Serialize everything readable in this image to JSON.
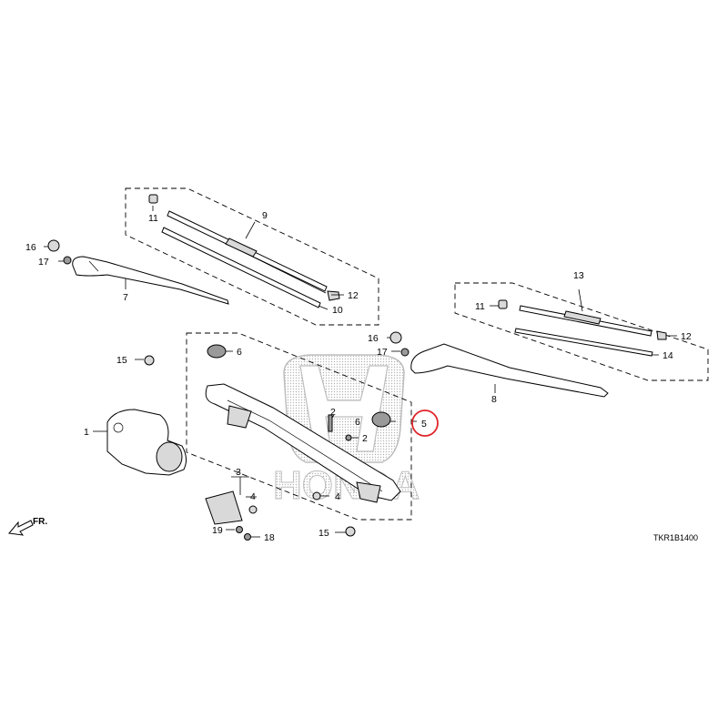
{
  "watermark": {
    "brand": "HONDA",
    "color": "#bdbdbd"
  },
  "highlight_color": "#e0242b",
  "direction_label": "FR.",
  "diagram_code": "TKR1B1400",
  "callouts": {
    "c1": "1",
    "c2a": "2",
    "c2b": "2",
    "c3": "3",
    "c4a": "4",
    "c4b": "4",
    "c5": "5",
    "c6a": "6",
    "c6b": "6",
    "c7": "7",
    "c8": "8",
    "c9": "9",
    "c10": "10",
    "c11a": "11",
    "c11b": "11",
    "c12a": "12",
    "c12b": "12",
    "c13": "13",
    "c14": "14",
    "c15a": "15",
    "c15b": "15",
    "c16a": "16",
    "c16b": "16",
    "c17a": "17",
    "c17b": "17",
    "c18": "18",
    "c19": "19"
  }
}
